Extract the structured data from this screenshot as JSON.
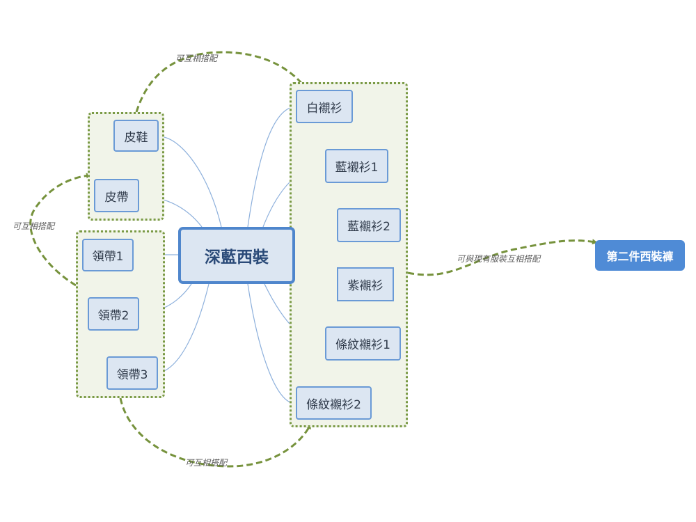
{
  "diagram": {
    "central": "深藍西裝",
    "target": "第二件西裝褲",
    "shoes": "皮鞋",
    "belt": "皮帶",
    "ties": [
      "領帶1",
      "領帶2",
      "領帶3"
    ],
    "shirts": [
      "白襯衫",
      "藍襯衫1",
      "藍襯衫2",
      "紫襯衫",
      "條紋襯衫1",
      "條紋襯衫2"
    ],
    "connector_labels": {
      "shoes_shirts": "可互相搭配",
      "belt_ties": "可互相搭配",
      "ties_shirts": "可互相搭配",
      "shirts_target": "可與現有服裝互相搭配"
    }
  },
  "colors": {
    "node_fill": "#dce6f2",
    "node_border": "#6a9ad6",
    "group_fill": "#f1f4e9",
    "group_border": "#7a9a45",
    "target_fill": "#4f8bd6",
    "link": "#8db0dc",
    "connector": "#76923c"
  }
}
